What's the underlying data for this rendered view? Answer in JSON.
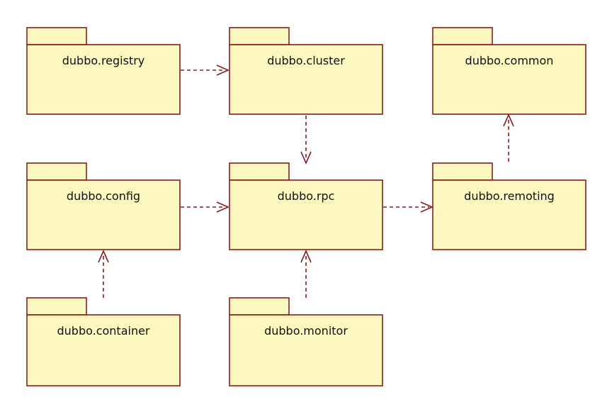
{
  "colors": {
    "package_fill": "#fdf8bf",
    "outline": "#8a1c1c",
    "text": "#111111"
  },
  "packages": [
    {
      "id": "registry",
      "label": "dubbo.registry"
    },
    {
      "id": "cluster",
      "label": "dubbo.cluster"
    },
    {
      "id": "common",
      "label": "dubbo.common"
    },
    {
      "id": "config",
      "label": "dubbo.config"
    },
    {
      "id": "rpc",
      "label": "dubbo.rpc"
    },
    {
      "id": "remoting",
      "label": "dubbo.remoting"
    },
    {
      "id": "container",
      "label": "dubbo.container"
    },
    {
      "id": "monitor",
      "label": "dubbo.monitor"
    }
  ],
  "dependencies": [
    {
      "from": "registry",
      "to": "cluster"
    },
    {
      "from": "cluster",
      "to": "rpc"
    },
    {
      "from": "config",
      "to": "rpc"
    },
    {
      "from": "rpc",
      "to": "remoting"
    },
    {
      "from": "remoting",
      "to": "common"
    },
    {
      "from": "container",
      "to": "config"
    },
    {
      "from": "monitor",
      "to": "rpc"
    }
  ]
}
